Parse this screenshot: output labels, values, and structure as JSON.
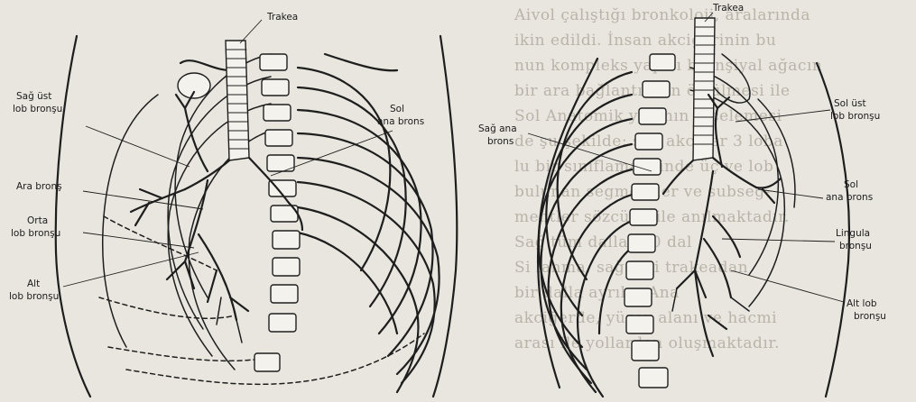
{
  "background_text": [
    "Aivol çalıştığı bronkoloji, aralarında",
    "ikin edildi. İnsan akciğerinin bu",
    "nun kompleks yapısı bronşiyal ağacın",
    "bir ara bağlantıların ölçülmesi ile",
    "Sol Anatomik yapının incelemesi",
    "de şu şekilde: sağ akciğer 3 loba",
    "lu bir sınıflama içinde üç ve lob",
    "bulunan segmentler ve subseg-",
    "mentler sözcüğü ile anılmaktadır.",
    "Sağ tüm dallar 10 dal",
    "Si lanma, sağdaki trakeadan",
    "bir dalla ayrılır. Ana",
    "akciğerde, yüzey alanı ve hacmi",
    "arası ile yollardan oluşmaktadır."
  ],
  "figure_left": {
    "labels": {
      "trakea": "Trakea",
      "sag_ust_1": "Sağ üst",
      "sag_ust_2": "lob bronşu",
      "sol_ana_1": "Sol",
      "sol_ana_2": "ana brons",
      "ara": "Ara bronş",
      "orta_1": "Orta",
      "orta_2": "lob bronşu",
      "alt_1": "Alt",
      "alt_2": "lob bronşu"
    }
  },
  "figure_right": {
    "labels": {
      "trakea": "Trakea",
      "sag_ana_1": "Sağ ana",
      "sag_ana_2": "brons",
      "sol_ust_1": "Sol üst",
      "sol_ust_2": "lob bronşu",
      "sol_ana_1": "Sol",
      "sol_ana_2": "ana brons",
      "lingula_1": "Lingula",
      "lingula_2": "bronşu",
      "alt_lob_1": "Alt lob",
      "alt_lob_2": "bronşu"
    }
  },
  "ink_color": "#1e1e1e",
  "paper_color": "#e9e6df"
}
